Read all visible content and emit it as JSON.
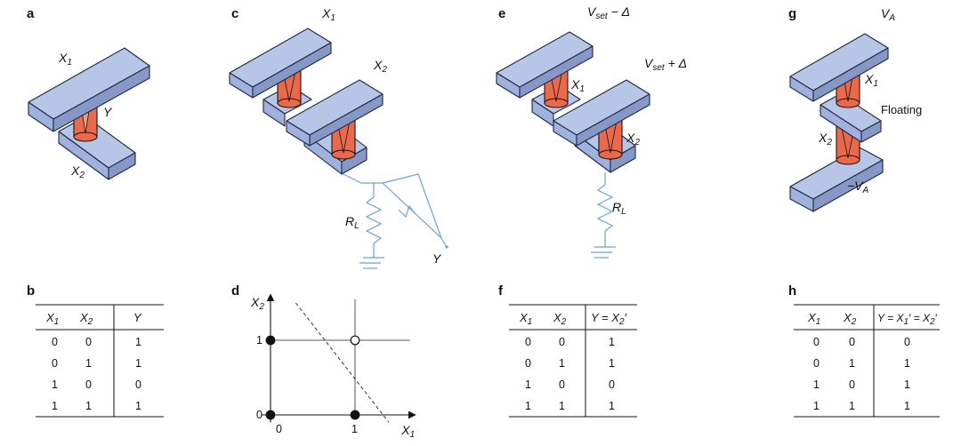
{
  "panels": {
    "a": {
      "label": "a",
      "x1": "X",
      "x1_sub": "1",
      "x2": "X",
      "x2_sub": "2",
      "y": "Y"
    },
    "b": {
      "label": "b"
    },
    "c": {
      "label": "c",
      "x1": "X",
      "x1_sub": "1",
      "x2": "X",
      "x2_sub": "2",
      "rl": "R",
      "rl_sub": "L",
      "y": "Y"
    },
    "d": {
      "label": "d"
    },
    "e": {
      "label": "e",
      "top_v": "V",
      "top_sub": "set",
      "top_suffix": " − Δ",
      "mid_v": "V",
      "mid_sub": "set",
      "mid_suffix": " + Δ",
      "x1": "X",
      "x1_sub": "1",
      "x2": "X",
      "x2_sub": "2",
      "rl": "R",
      "rl_sub": "L"
    },
    "f": {
      "label": "f"
    },
    "g": {
      "label": "g",
      "va": "V",
      "va_sub": "A",
      "nva": "−V",
      "nva_sub": "A",
      "x1": "X",
      "x1_sub": "1",
      "x2": "X",
      "x2_sub": "2",
      "floating": "Floating"
    },
    "h": {
      "label": "h"
    }
  },
  "tables": {
    "b": {
      "headers": [
        {
          "t": "X",
          "s": "1"
        },
        {
          "t": "X",
          "s": "2"
        },
        {
          "t": "Y",
          "s": ""
        }
      ],
      "rows": [
        [
          "0",
          "0",
          "1"
        ],
        [
          "0",
          "1",
          "1"
        ],
        [
          "1",
          "0",
          "0"
        ],
        [
          "1",
          "1",
          "1"
        ]
      ]
    },
    "f": {
      "headers": [
        {
          "t": "X",
          "s": "1"
        },
        {
          "t": "X",
          "s": "2"
        },
        {
          "t": "Y = X",
          "s": "2",
          "p": "′"
        }
      ],
      "rows": [
        [
          "0",
          "0",
          "1"
        ],
        [
          "0",
          "1",
          "1"
        ],
        [
          "1",
          "0",
          "0"
        ],
        [
          "1",
          "1",
          "1"
        ]
      ]
    },
    "h": {
      "headers": [
        {
          "t": "X",
          "s": "1"
        },
        {
          "t": "X",
          "s": "2"
        },
        {
          "t": "Y = X",
          "s": "1",
          "p": "′ = X",
          "s2": "2",
          "p2": "′"
        }
      ],
      "rows": [
        [
          "0",
          "0",
          "0"
        ],
        [
          "0",
          "1",
          "1"
        ],
        [
          "1",
          "0",
          "1"
        ],
        [
          "1",
          "1",
          "1"
        ]
      ]
    }
  },
  "chart_data": {
    "type": "scatter",
    "xlabel": "X1",
    "ylabel": "X2",
    "x_ticks": [
      "0",
      "1"
    ],
    "y_ticks": [
      "0",
      "1"
    ],
    "points": [
      {
        "x": 0,
        "y": 0,
        "fill": "filled"
      },
      {
        "x": 0,
        "y": 1,
        "fill": "filled"
      },
      {
        "x": 1,
        "y": 0,
        "fill": "filled"
      },
      {
        "x": 1,
        "y": 1,
        "fill": "open"
      }
    ],
    "separator": {
      "style": "dashed",
      "from": [
        0.3,
        1.5
      ],
      "to": [
        1.4,
        -0.1
      ]
    },
    "xlim": [
      -0.1,
      1.7
    ],
    "ylim": [
      -0.1,
      1.6
    ]
  }
}
